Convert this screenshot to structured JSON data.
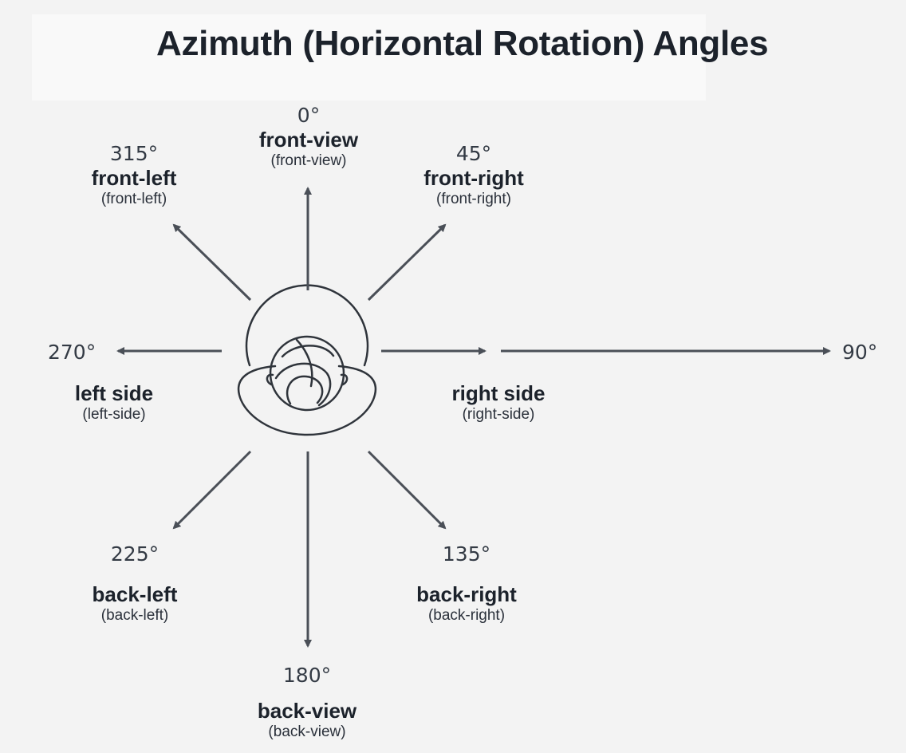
{
  "title": "Azimuth (Horizontal Rotation) Angles",
  "directions": {
    "front": {
      "angle": "0°",
      "name": "front-view",
      "code": "(front-view)"
    },
    "front_right": {
      "angle": "45°",
      "name": "front-right",
      "code": "(front-right)"
    },
    "right": {
      "angle": "90°",
      "name": "right side",
      "code": "(right-side)"
    },
    "back_right": {
      "angle": "135°",
      "name": "back-right",
      "code": "(back-right)"
    },
    "back": {
      "angle": "180°",
      "name": "back-view",
      "code": "(back-view)"
    },
    "back_left": {
      "angle": "225°",
      "name": "back-left",
      "code": "(back-left)"
    },
    "left": {
      "angle": "270°",
      "name": "left side",
      "code": "(left-side)"
    },
    "front_left": {
      "angle": "315°",
      "name": "front-left",
      "code": "(front-left)"
    }
  },
  "colors": {
    "line": "#4a4f57",
    "text": "#1c222b",
    "background": "#f3f3f3"
  }
}
